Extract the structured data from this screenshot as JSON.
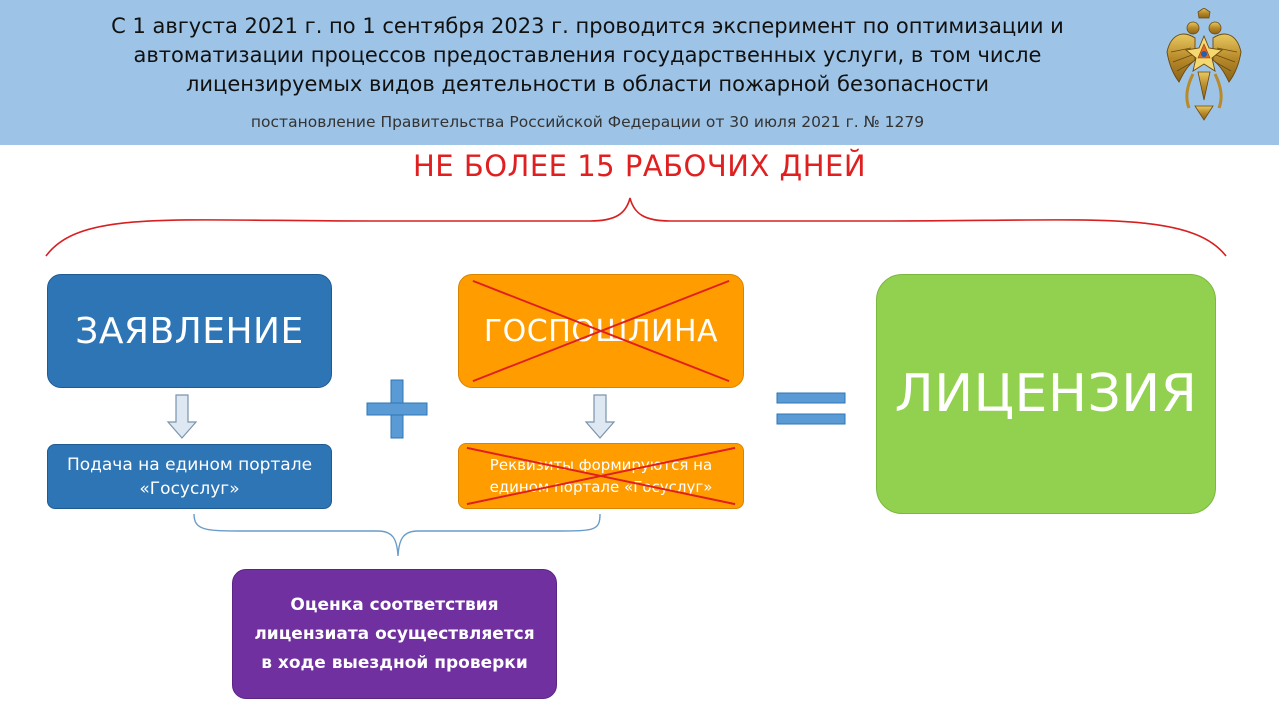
{
  "header": {
    "title_lines": [
      "С 1 августа 2021 г. по 1 сентября 2023 г. проводится эксперимент по оптимизации и",
      "автоматизации процессов предоставления государственных услуги, в том числе",
      "лицензируемых видов деятельности в области пожарной безопасности"
    ],
    "subtitle": "постановление Правительства Российской Федерации от 30 июля 2021 г. № 1279",
    "emblem_icon": "double-headed-eagle-emblem-icon"
  },
  "deadline": "НЕ БОЛЕЕ 15 РАБОЧИХ ДНЕЙ",
  "steps": {
    "application": "ЗАЯВЛЕНИЕ",
    "application_detail": "Подача на едином портале «Госуслуг»",
    "fee": "ГОСПОШЛИНА",
    "fee_detail": "Реквизиты формируются на едином портале «Госуслуг»",
    "result": "ЛИЦЕНЗИЯ",
    "assessment": "Оценка соответствия лицензиата осуществляется в ходе выездной проверки"
  },
  "icons": {
    "plus": "plus-icon",
    "equals": "equals-icon",
    "arrow_down": "arrow-down-icon",
    "cross_out": "cross-out-icon",
    "brace": "curly-brace-icon"
  },
  "colors": {
    "header_bg": "#9dc3e6",
    "deadline_red": "#e02020",
    "blue": "#2e75b6",
    "orange": "#ff9c00",
    "green": "#92d050",
    "purple": "#7030a0",
    "cross_red": "#e02020"
  }
}
